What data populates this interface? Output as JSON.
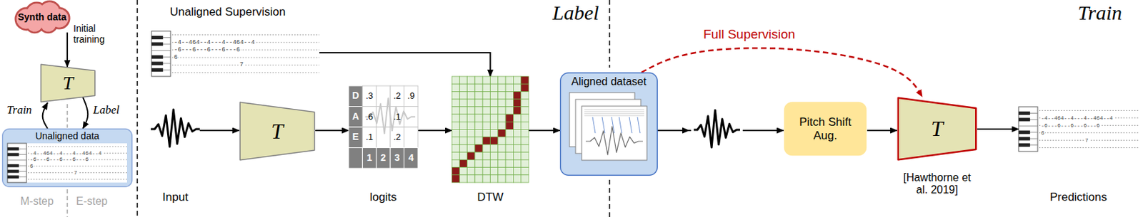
{
  "diagram": {
    "nodes": [
      {
        "text": [
          "Synth data"
        ]
      },
      {
        "text": [
          "T"
        ]
      },
      {
        "text": [
          "Unaligned data"
        ]
      },
      {
        "text": [
          "Unaligned Supervision"
        ]
      },
      {
        "text": [
          "Input"
        ]
      },
      {
        "text": [
          "T"
        ]
      },
      {
        "text": [
          "logits"
        ]
      },
      {
        "text": [
          "DTW"
        ]
      },
      {
        "text": [
          "Aligned dataset"
        ]
      },
      {
        "text": [
          "Pitch Shift Aug."
        ]
      },
      {
        "text": [
          "T"
        ]
      },
      {
        "text": [
          "Predictions"
        ]
      }
    ],
    "edges": [
      {
        "from": 0,
        "to": 1,
        "label": "Initial training",
        "arrow": "to"
      },
      {
        "from": 2,
        "to": 1,
        "label": "Train",
        "arrow": "to"
      },
      {
        "from": 1,
        "to": 2,
        "label": "Label",
        "arrow": "to"
      },
      {
        "from": 3,
        "to": 7,
        "arrow": "to"
      },
      {
        "from": 4,
        "to": 5,
        "arrow": "to"
      },
      {
        "from": 5,
        "to": 6,
        "arrow": "to"
      },
      {
        "from": 6,
        "to": 7,
        "arrow": "to"
      },
      {
        "from": 7,
        "to": 8,
        "arrow": "to"
      },
      {
        "from": 8,
        "to": 10,
        "label": "Full Supervision",
        "arrow": "to"
      },
      {
        "from": 8,
        "to": 9,
        "arrow": "to"
      },
      {
        "from": 9,
        "to": 10,
        "arrow": "to"
      },
      {
        "from": 10,
        "to": 11,
        "arrow": "to"
      }
    ],
    "labels": [
      "-4--464--4---4--464--4",
      "-6---6---6---6---6",
      "6",
      "7",
      "M-step",
      "E-step",
      "-4--464--4---4--464--4",
      "-6---6---6---6---6",
      "6",
      "7",
      "Label",
      "D",
      ".3",
      ".2",
      ".9",
      "A",
      ".6",
      ".1",
      "E",
      ".1",
      ".2",
      "1",
      "2",
      "3",
      "4",
      "Train",
      "[Hawthorne et al. 2019]",
      "-4--464--4---4--464--4",
      "-6---6---6---6---6",
      "6",
      "7"
    ]
  }
}
